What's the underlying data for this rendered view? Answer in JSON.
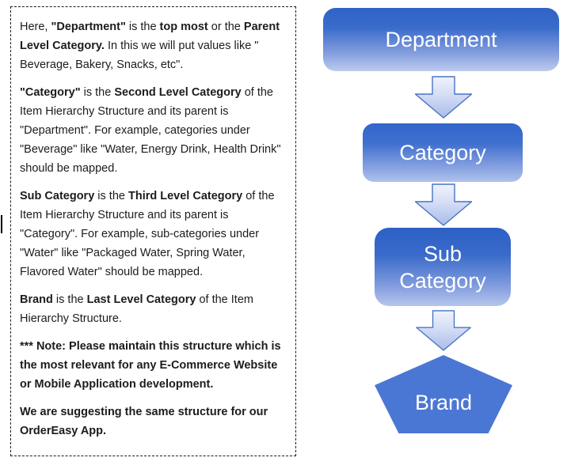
{
  "panel": {
    "paragraphs": [
      {
        "runs": [
          {
            "text": "Here, ",
            "bold": false
          },
          {
            "text": "\"Department\"",
            "bold": true
          },
          {
            "text": " is the ",
            "bold": false
          },
          {
            "text": "top most",
            "bold": true
          },
          {
            "text": " or the ",
            "bold": false
          },
          {
            "text": "Parent Level Category.",
            "bold": true
          },
          {
            "text": " In this we will put values like \" Beverage, Bakery, Snacks, etc\".",
            "bold": false
          }
        ]
      },
      {
        "runs": [
          {
            "text": "\"Category\"",
            "bold": true
          },
          {
            "text": " is the ",
            "bold": false
          },
          {
            "text": "Second Level Category",
            "bold": true
          },
          {
            "text": " of the Item Hierarchy Structure and its parent is \"Department\". For example, categories under \"Beverage\" like \"Water, Energy Drink, Health Drink\" should be mapped.",
            "bold": false
          }
        ]
      },
      {
        "runs": [
          {
            "text": "Sub Category",
            "bold": true
          },
          {
            "text": " is the ",
            "bold": false
          },
          {
            "text": "Third Level Category",
            "bold": true
          },
          {
            "text": " of the Item Hierarchy Structure and its parent is \"Category\". For example, sub-categories under \"Water\" like \"Packaged Water, Spring Water, Flavored Water\" should be mapped.",
            "bold": false
          }
        ]
      },
      {
        "runs": [
          {
            "text": "Brand",
            "bold": true
          },
          {
            "text": " is the ",
            "bold": false
          },
          {
            "text": "Last Level Category",
            "bold": true
          },
          {
            "text": " of the Item Hierarchy Structure.",
            "bold": false
          }
        ]
      },
      {
        "runs": [
          {
            "text": "*** Note: Please maintain this structure which is the most relevant for any E-Commerce Website or Mobile Application development.",
            "bold": true
          }
        ]
      },
      {
        "runs": [
          {
            "text": "We are suggesting the same structure for our OrderEasy App.",
            "bold": true
          }
        ]
      }
    ]
  },
  "diagram": {
    "nodes": [
      {
        "id": "department",
        "label": "Department",
        "shape": "rounded-rectangle"
      },
      {
        "id": "category",
        "label": "Category",
        "shape": "rounded-rectangle"
      },
      {
        "id": "sub-category",
        "label": "Sub Category",
        "shape": "rounded-rectangle"
      },
      {
        "id": "brand",
        "label": "Brand",
        "shape": "pentagon"
      }
    ],
    "connector_icon": "down-block-arrow-icon",
    "colors": {
      "box_gradient_top": "#2E63C6",
      "box_gradient_bottom": "#BDCBEE",
      "pentagon_fill": "#4B77D4",
      "arrow_border": "#4673C8",
      "arrow_fill_light": "#F0F3FC",
      "arrow_fill_dark": "#A9BBE9",
      "shape_text": "#FFFFFF",
      "panel_border": "#1A1A1A",
      "body_text": "#1C1C1C"
    }
  }
}
